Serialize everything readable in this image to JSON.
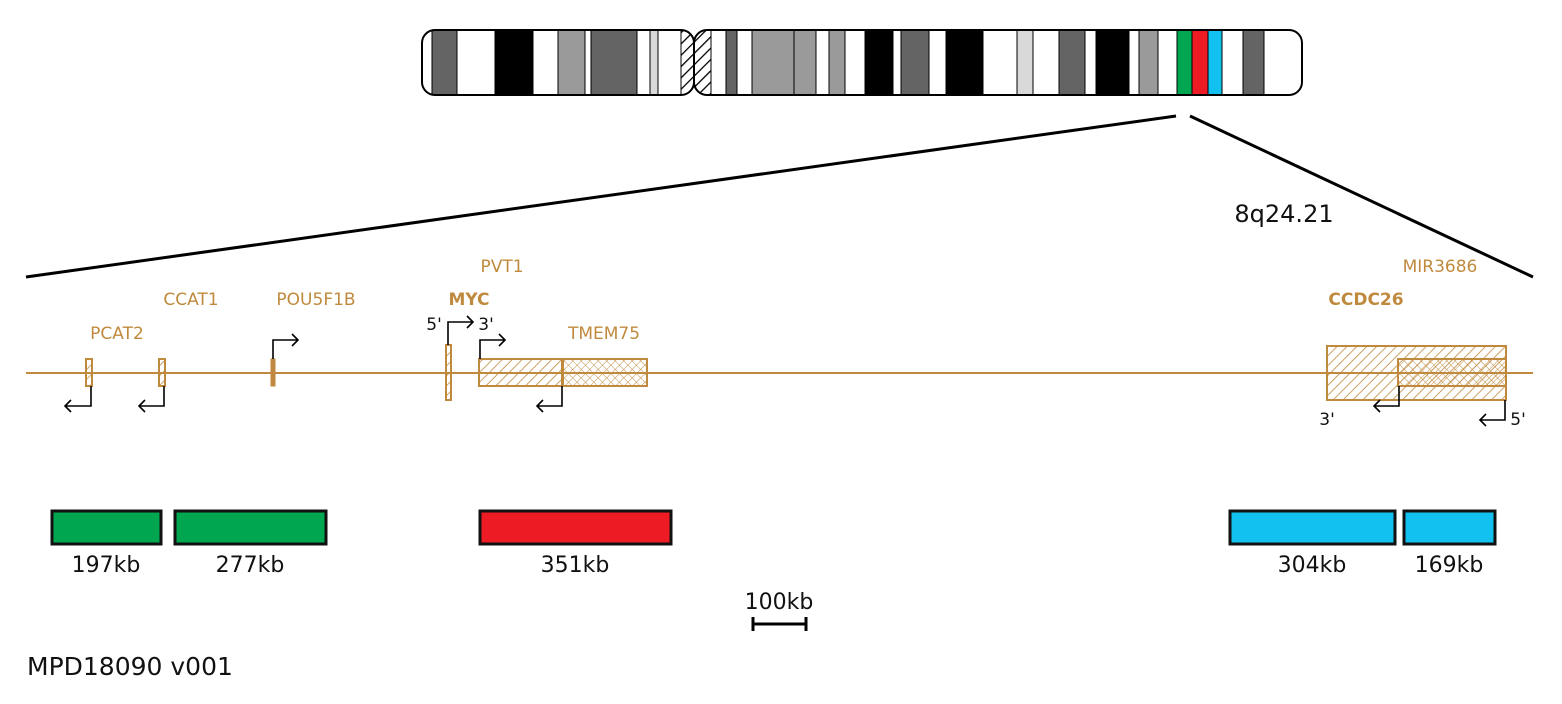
{
  "colors": {
    "gene": "#c08a3e",
    "green": "#00a650",
    "red": "#ed1c24",
    "blue": "#13c1f0",
    "band_black": "#000000",
    "band_dark": "#646464",
    "band_mid": "#9a9a9a",
    "band_light": "#d9d9d9",
    "white": "#ffffff",
    "ink": "#111111"
  },
  "chromosome": {
    "band_label": "8q24.21",
    "highlight_colors": [
      "green",
      "red",
      "blue"
    ]
  },
  "genes": {
    "pcat2": "PCAT2",
    "ccat1": "CCAT1",
    "pou5f1b": "POU5F1B",
    "pvt1": "PVT1",
    "myc": "MYC",
    "tmem75": "TMEM75",
    "mir3686": "MIR3686",
    "ccdc26": "CCDC26"
  },
  "end_labels": {
    "myc_5p": "5'",
    "myc_3p": "3'",
    "ccdc26_3p": "3'",
    "ccdc26_5p": "5'"
  },
  "regions": [
    {
      "size": "197kb",
      "color": "green"
    },
    {
      "size": "277kb",
      "color": "green"
    },
    {
      "size": "351kb",
      "color": "red"
    },
    {
      "size": "304kb",
      "color": "blue"
    },
    {
      "size": "169kb",
      "color": "blue"
    }
  ],
  "scale_bar": {
    "label": "100kb"
  },
  "footer": {
    "id": "MPD18090 v001"
  }
}
